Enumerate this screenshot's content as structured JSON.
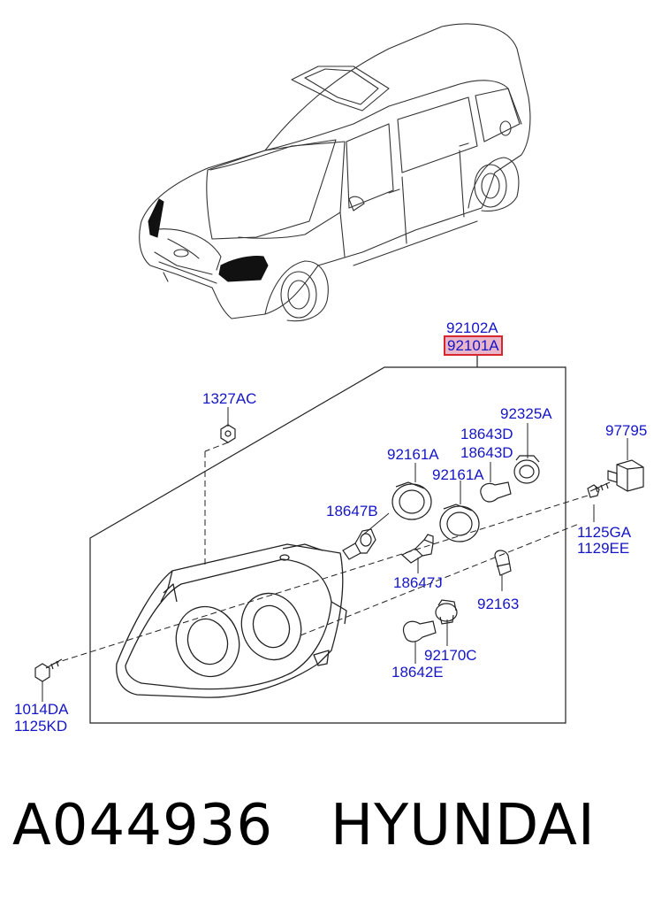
{
  "part_labels": {
    "p92102A": "92102A",
    "p92101A": "92101A",
    "p1327AC": "1327AC",
    "p92325A": "92325A",
    "p97795": "97795",
    "p18643D_1": "18643D",
    "p18643D_2": "18643D",
    "p92161A_1": "92161A",
    "p92161A_2": "92161A",
    "p18647B": "18647B",
    "p1125GA": "1125GA",
    "p1129EE": "1129EE",
    "p18647J": "18647J",
    "p92163": "92163",
    "p92170C": "92170C",
    "p18642E": "18642E",
    "p1014DA": "1014DA",
    "p1125KD": "1125KD"
  },
  "footer": {
    "part_number": "A044936",
    "brand": "HYUNDAI"
  },
  "colors": {
    "label": "#1515c8",
    "highlight_fill": "#e9b5c8",
    "highlight_border": "#d8262e",
    "line": "#222222"
  }
}
